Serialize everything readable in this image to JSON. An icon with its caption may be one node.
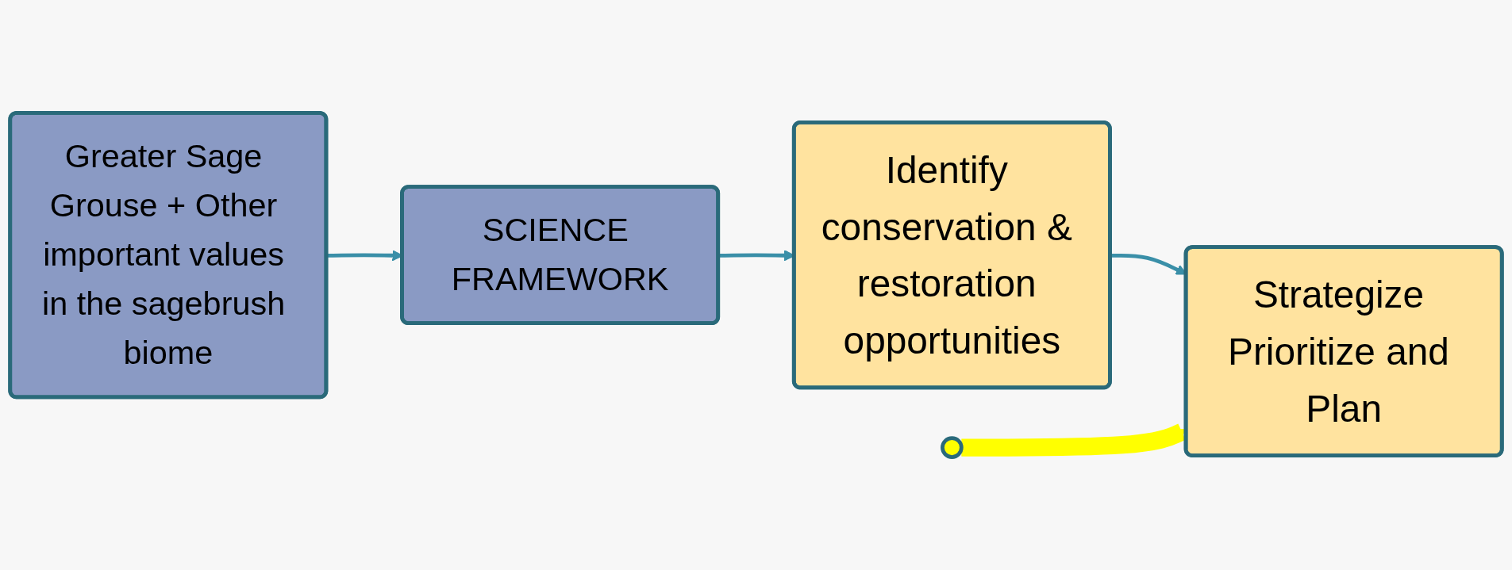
{
  "diagram": {
    "nodes": [
      {
        "text": [
          "Greater Sage Grouse + Other important values in the sagebrush biome"
        ]
      },
      {
        "text": [
          "SCIENCE FRAMEWORK"
        ]
      },
      {
        "text": [
          "Identify conservation & restoration opportunities"
        ]
      },
      {
        "text": [
          "Strategize Prioritize and Plan"
        ]
      },
      {
        "text": [],
        "shape": "ellipse"
      }
    ],
    "edges": [
      {
        "from": 0,
        "to": 1,
        "arrow": "to"
      },
      {
        "from": 1,
        "to": 2,
        "arrow": "to"
      },
      {
        "from": 2,
        "to": 3,
        "arrow": "to"
      },
      {
        "from": 4,
        "to": 3,
        "arrow": "to",
        "style": "thick",
        "color": "#ffff00"
      }
    ]
  }
}
